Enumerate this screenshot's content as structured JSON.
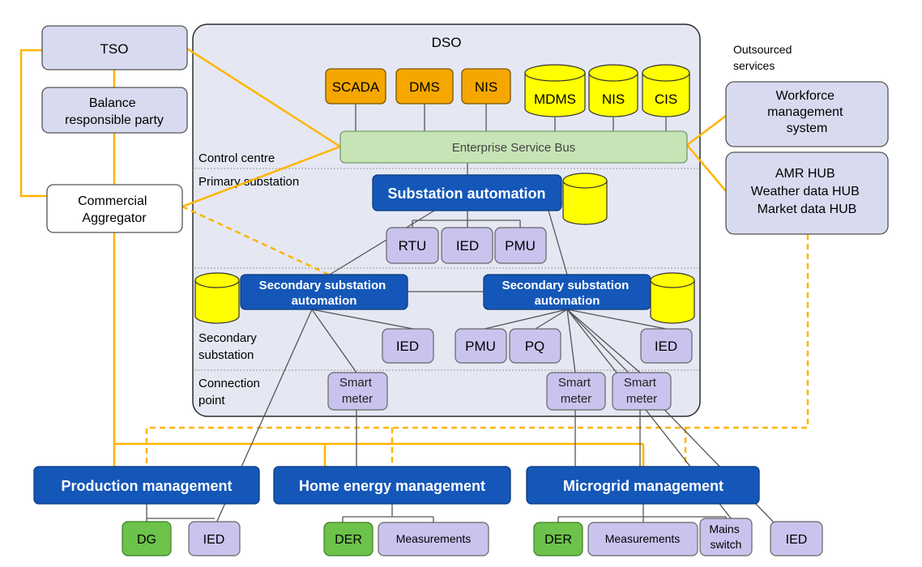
{
  "dso": {
    "title": "DSO"
  },
  "zones": {
    "control_centre": "Control centre",
    "primary_substation": "Primary substation",
    "secondary_substation": [
      "Secondary",
      "substation"
    ],
    "connection_point": [
      "Connection",
      "point"
    ]
  },
  "tso": "TSO",
  "brp": [
    "Balance",
    "responsible party"
  ],
  "aggregator": [
    "Commercial",
    "Aggregator"
  ],
  "outsourced": {
    "title": [
      "Outsourced",
      "services"
    ],
    "workforce": [
      "Workforce",
      "management",
      "system"
    ],
    "hubs": [
      "AMR HUB",
      "Weather data HUB",
      "Market data HUB"
    ]
  },
  "control_systems": {
    "scada": "SCADA",
    "dms": "DMS",
    "nis_orange": "NIS",
    "mdms": "MDMS",
    "nis_db": "NIS",
    "cis": "CIS"
  },
  "esb": "Enterprise Service Bus",
  "substation_automation": "Substation automation",
  "primary_devices": {
    "rtu": "RTU",
    "ied": "IED",
    "pmu": "PMU"
  },
  "secondary_left": [
    "Secondary substation",
    "automation"
  ],
  "secondary_right": [
    "Secondary substation",
    "automation"
  ],
  "secondary_devices": {
    "ied_left": "IED",
    "pmu": "PMU",
    "pq": "PQ",
    "ied_right": "IED"
  },
  "smart_meter": [
    "Smart",
    "meter"
  ],
  "management": {
    "production": "Production management",
    "home": "Home energy management",
    "microgrid": "Microgrid management"
  },
  "bottom_devices": {
    "dg": "DG",
    "ied_prod": "IED",
    "der_home": "DER",
    "meas_home": "Measurements",
    "der_micro": "DER",
    "meas_micro": "Measurements",
    "mains_switch": [
      "Mains",
      "switch"
    ],
    "ied_micro": "IED"
  },
  "colors": {
    "dso_bg": "#e5e8f3",
    "box_lavender": "#d8dbf0",
    "device_purple": "#c9c3ee",
    "orange": "#f5a700",
    "yellow_db": "#ffff00",
    "green_esb": "#c6e4b6",
    "dark_blue": "#1457b8",
    "green_dev": "#6cc24a",
    "orange_line": "#ffb400"
  }
}
